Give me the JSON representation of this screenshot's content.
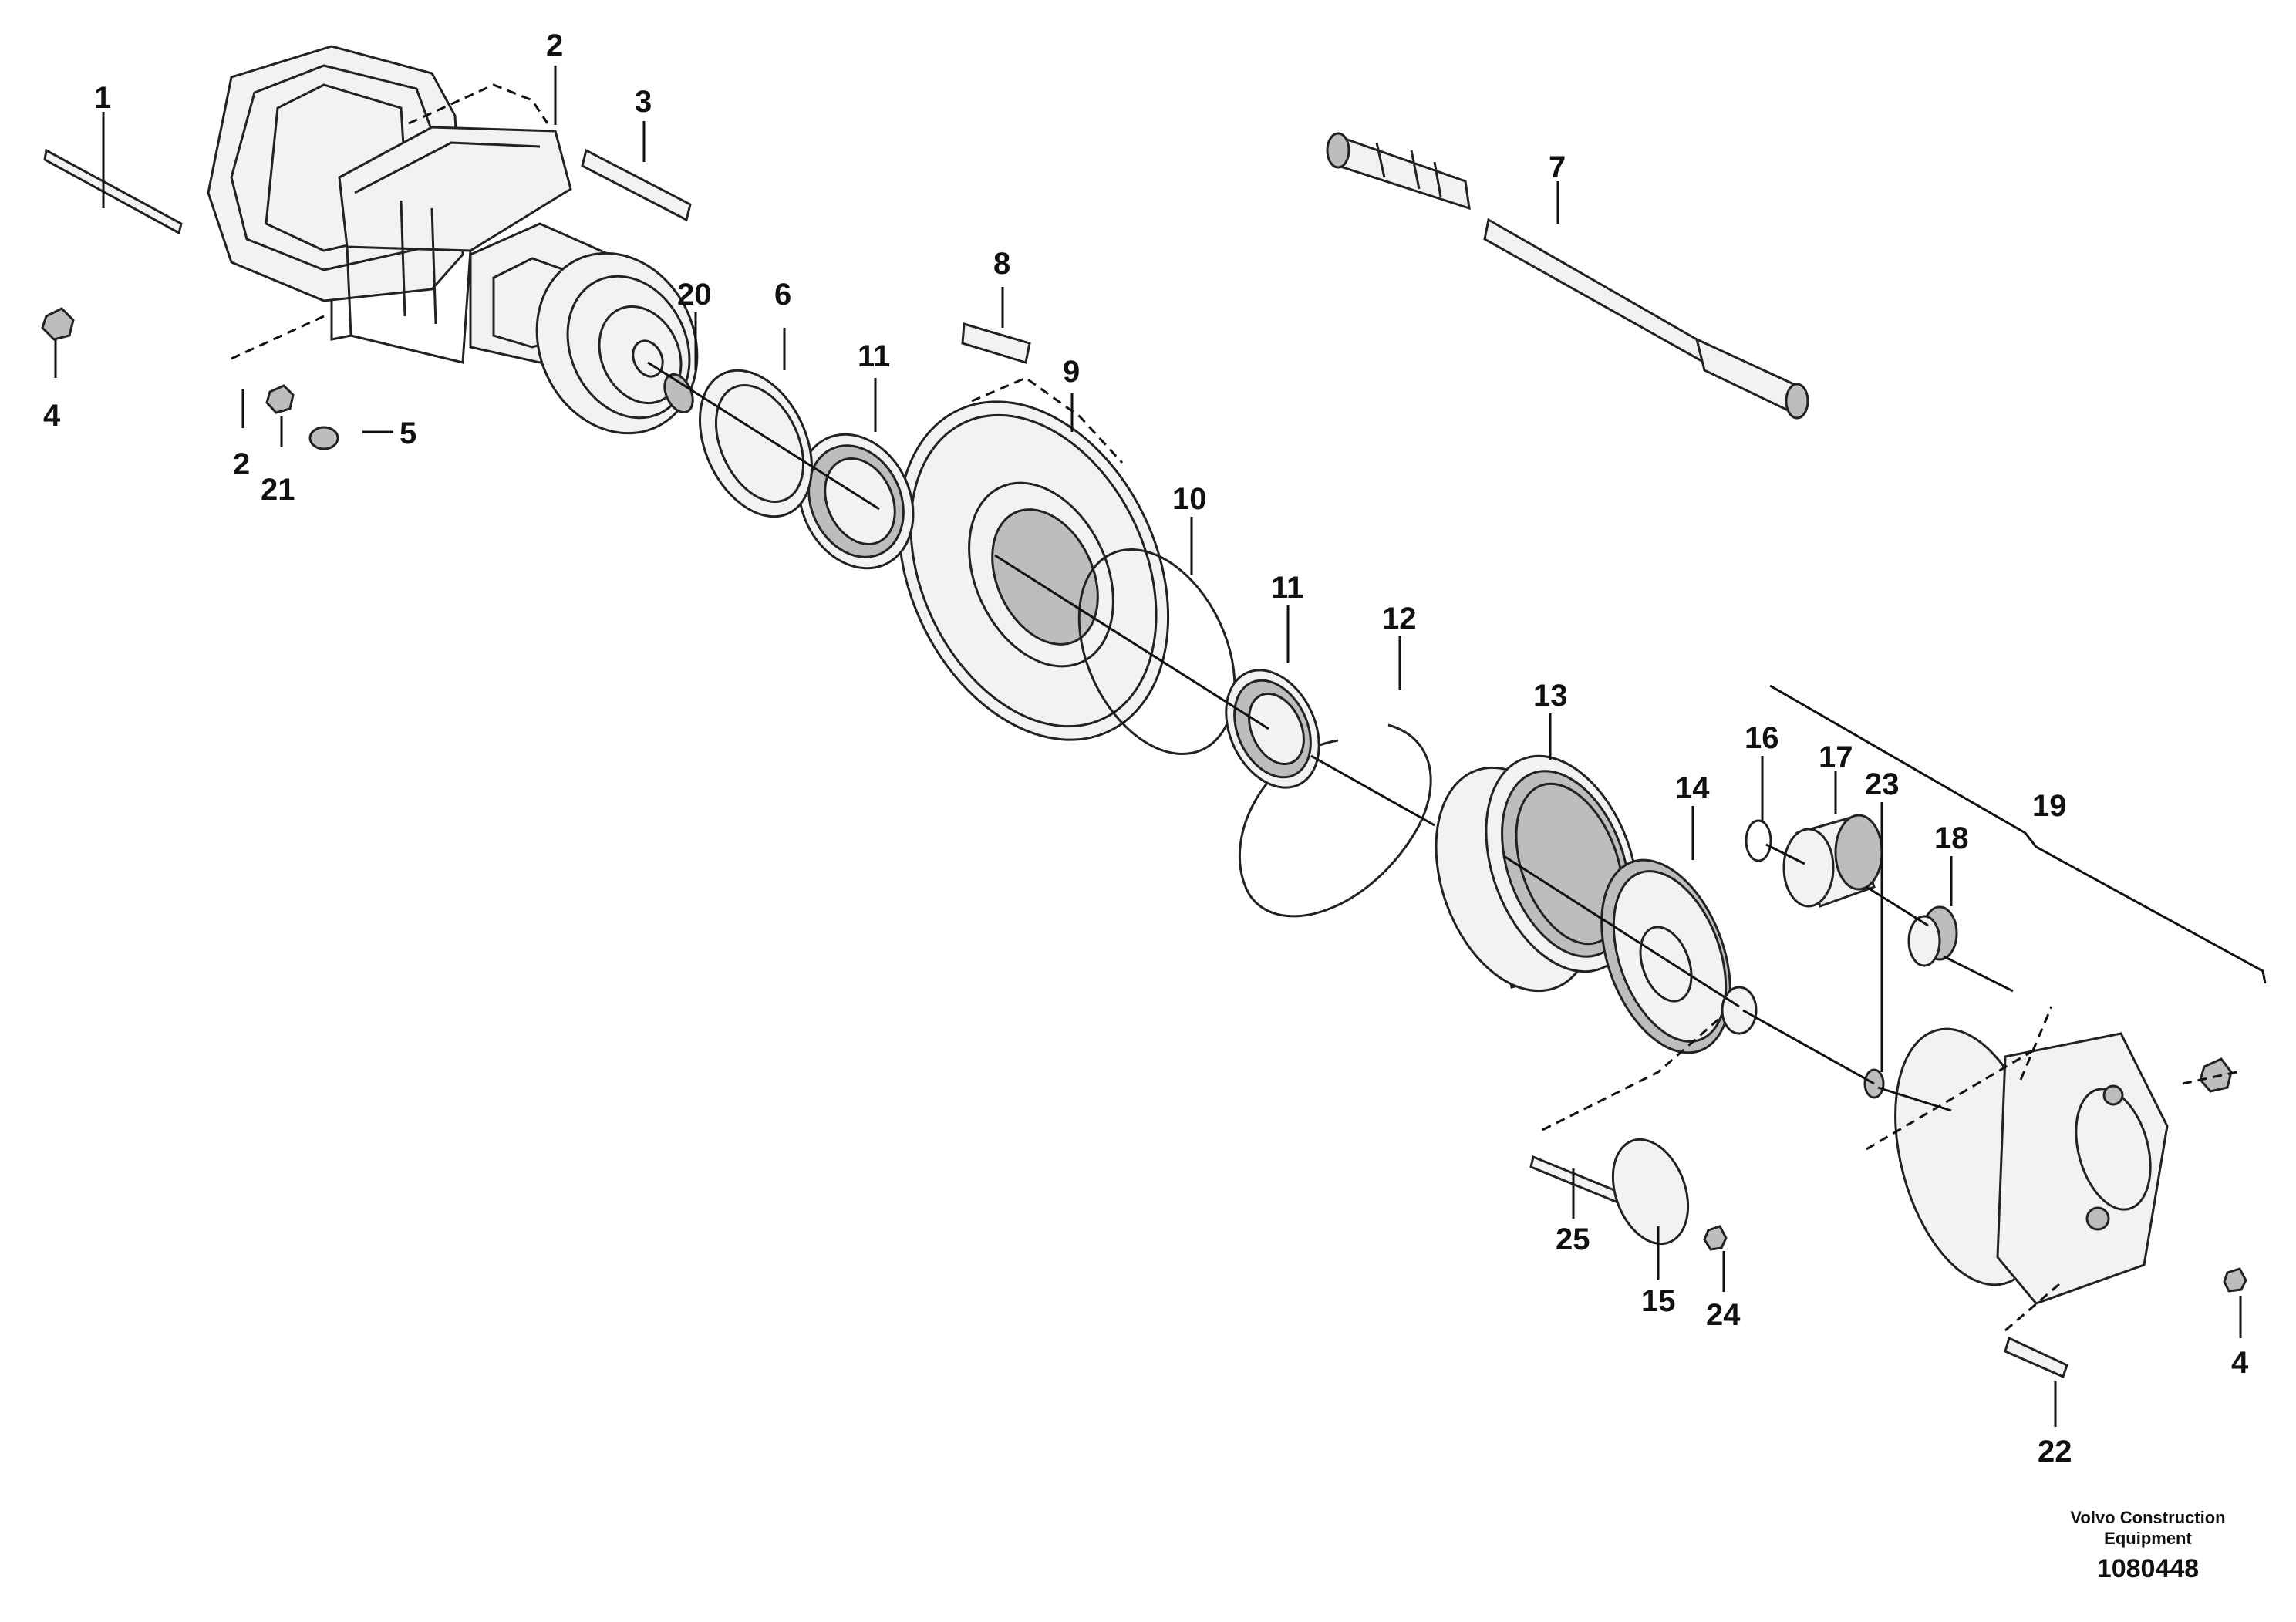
{
  "labels": {
    "n1": "1",
    "n2a": "2",
    "n2b": "2",
    "n3": "3",
    "n4a": "4",
    "n4b": "4",
    "n5": "5",
    "n6": "6",
    "n7": "7",
    "n8": "8",
    "n9": "9",
    "n10": "10",
    "n11a": "11",
    "n11b": "11",
    "n12": "12",
    "n13": "13",
    "n14": "14",
    "n15": "15",
    "n16": "16",
    "n17": "17",
    "n18": "18",
    "n19": "19",
    "n20": "20",
    "n21": "21",
    "n22": "22",
    "n23": "23",
    "n24": "24",
    "n25": "25"
  },
  "footer": {
    "brand_line1": "Volvo Construction",
    "brand_line2": "Equipment",
    "drawing_number": "1080448"
  }
}
